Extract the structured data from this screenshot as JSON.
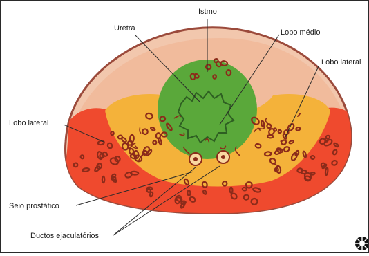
{
  "labels": {
    "istmo": "Istmo",
    "uretra": "Uretra",
    "lobo_medio": "Lobo médio",
    "lobo_lateral_right": "Lobo lateral",
    "lobo_lateral_left": "Lobo lateral",
    "seio_prostatico": "Seio prostático",
    "ductos_ejaculatorios": "Ductos ejaculatórios"
  },
  "colors": {
    "background": "#ffffff",
    "capsule_fill": "#f2c7ad",
    "capsule_stroke": "#9b4a3b",
    "isthmus_fill": "#f0b08e",
    "lateral_lobe_red": "#ef4a2e",
    "middle_zone_orange": "#f4b23a",
    "median_lobe_green": "#5aa83a",
    "gland_stroke": "#8b2b1a",
    "leader_line": "#2a2a2a"
  },
  "logo_icon": "camera-aperture-icon"
}
